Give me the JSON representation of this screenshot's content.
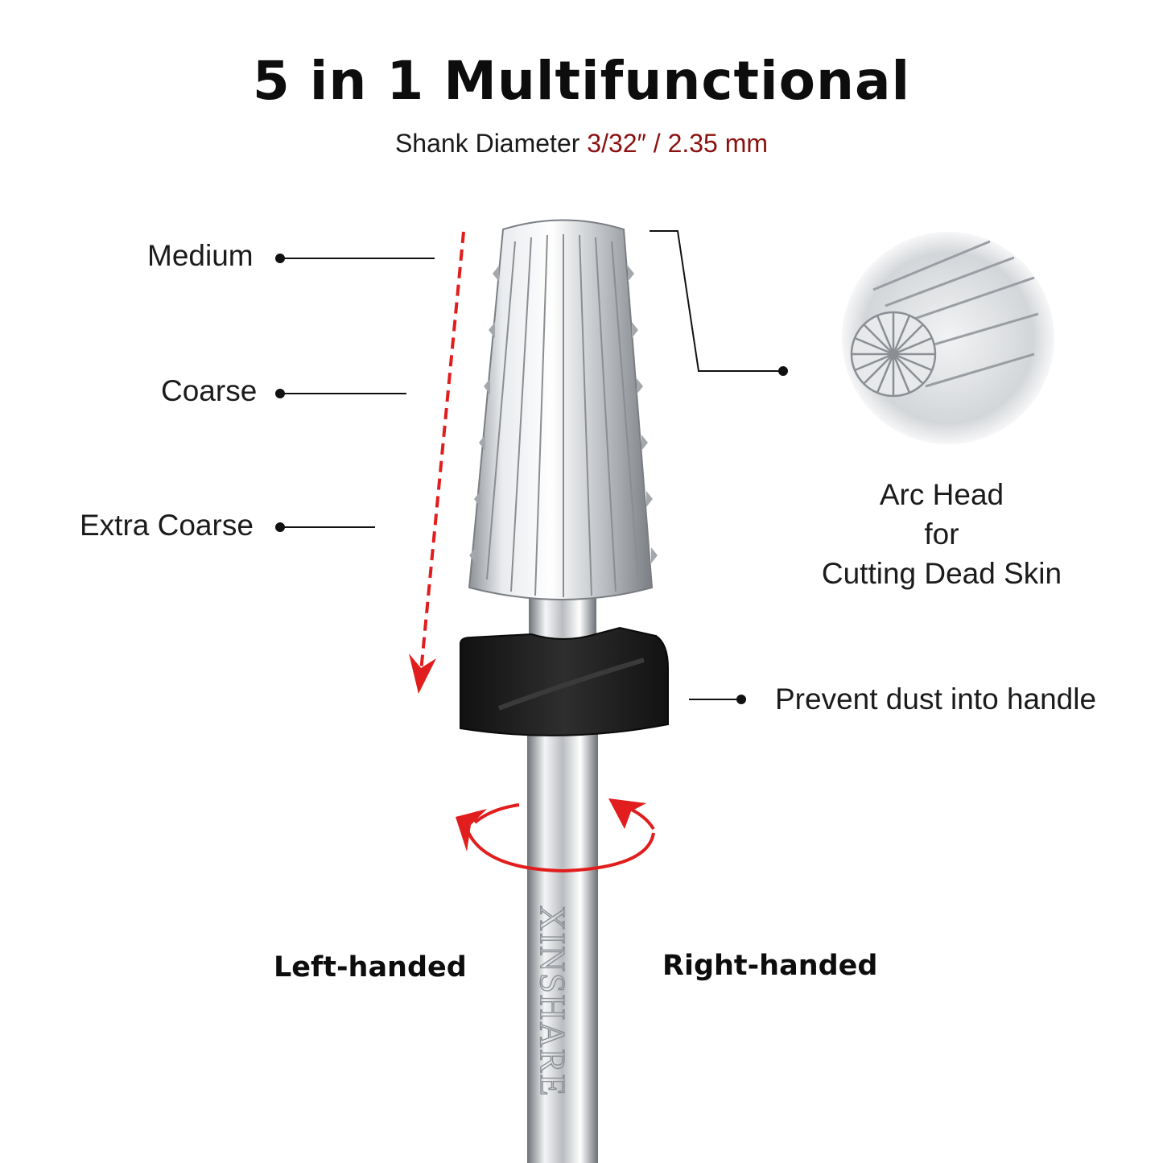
{
  "title": "5 in 1 Multifunctional",
  "subtitle": {
    "prefix": "Shank Diameter",
    "value": "3/32″ / 2.35 mm"
  },
  "grit_labels": {
    "medium": "Medium",
    "coarse": "Coarse",
    "extra_coarse": "Extra Coarse"
  },
  "arc_head": {
    "line1": "Arc Head",
    "line2": "for",
    "line3": "Cutting Dead Skin"
  },
  "dust_note": "Prevent dust into handle",
  "rotation": {
    "left": "Left-handed",
    "right": "Right-handed"
  },
  "brand_engraving": "XINSHARE",
  "colors": {
    "accent_red": "#e11d1d",
    "dark_red_text": "#8b1010",
    "text": "#111111",
    "steel": "#c9ccd0",
    "guard": "#1c1c1c"
  }
}
